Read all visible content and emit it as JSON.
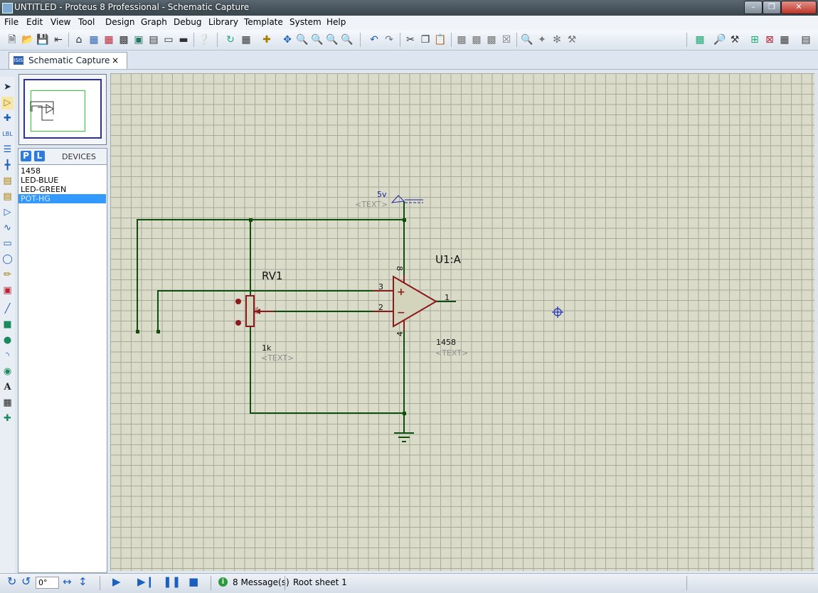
{
  "window": {
    "title": "UNTITLED - Proteus 8 Professional - Schematic Capture"
  },
  "menu": [
    "File",
    "Edit",
    "View",
    "Tool",
    "Design",
    "Graph",
    "Debug",
    "Library",
    "Template",
    "System",
    "Help"
  ],
  "tab": {
    "label": "Schematic Capture",
    "close": "×"
  },
  "devices": {
    "mode_p": "P",
    "mode_l": "L",
    "header": "DEVICES",
    "items": [
      "1458",
      "LED-BLUE",
      "LED-GREEN",
      "POT-HG"
    ],
    "selected_index": 3
  },
  "schematic": {
    "power_label": "5v",
    "power_text": "<TEXT>",
    "rv_ref": "RV1",
    "rv_value": "1k",
    "rv_text": "<TEXT>",
    "rv_body_text": "0%",
    "opamp_ref": "U1:A",
    "opamp_value": "1458",
    "opamp_text": "<TEXT>",
    "pin_plus": "3",
    "pin_minus": "2",
    "pin_out": "1",
    "pin_vcc": "8",
    "pin_gnd": "4",
    "plus_sign": "+",
    "minus_sign": "−"
  },
  "status": {
    "rotation": "0°",
    "messages": "8 Message(s)",
    "sheet": "Root sheet 1"
  },
  "colors": {
    "wire": "#0e4f0e",
    "component": "#8b1a1a",
    "grid_bg": "#dadcc9",
    "selected": "#3399ff"
  }
}
